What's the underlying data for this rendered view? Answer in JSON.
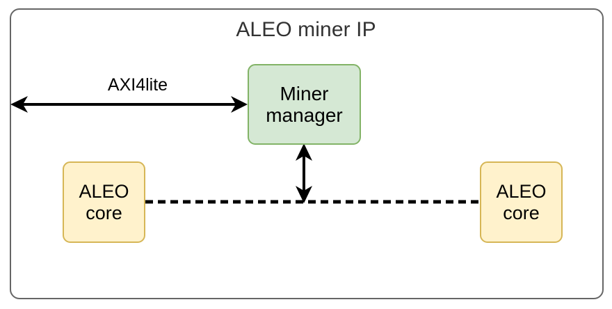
{
  "diagram": {
    "title": "ALEO miner IP",
    "type": "block-diagram",
    "container": {
      "label": "ALEO miner IP",
      "border_color": "#666666",
      "fill_color": "#ffffff"
    },
    "blocks": [
      {
        "id": "miner-manager",
        "line1": "Miner",
        "line2": "manager",
        "fill_color": "#d5e8d4",
        "border_color": "#82b366"
      },
      {
        "id": "aleo-core-left",
        "line1": "ALEO",
        "line2": "core",
        "fill_color": "#fff2cc",
        "border_color": "#d6b656"
      },
      {
        "id": "aleo-core-right",
        "line1": "ALEO",
        "line2": "core",
        "fill_color": "#fff2cc",
        "border_color": "#d6b656"
      }
    ],
    "connectors": [
      {
        "id": "axi4lite-bus",
        "label": "AXI4lite",
        "style": "solid",
        "arrowheads": "both",
        "orientation": "horizontal",
        "from": "ip-boundary",
        "to": "miner-manager",
        "color": "#000000"
      },
      {
        "id": "manager-to-core-bus",
        "label": "",
        "style": "solid",
        "arrowheads": "both",
        "orientation": "vertical",
        "from": "miner-manager",
        "to": "core-bus",
        "color": "#000000"
      },
      {
        "id": "core-bus",
        "label": "",
        "style": "dashed",
        "arrowheads": "none",
        "orientation": "horizontal",
        "from": "aleo-core-left",
        "to": "aleo-core-right",
        "color": "#000000"
      }
    ]
  }
}
